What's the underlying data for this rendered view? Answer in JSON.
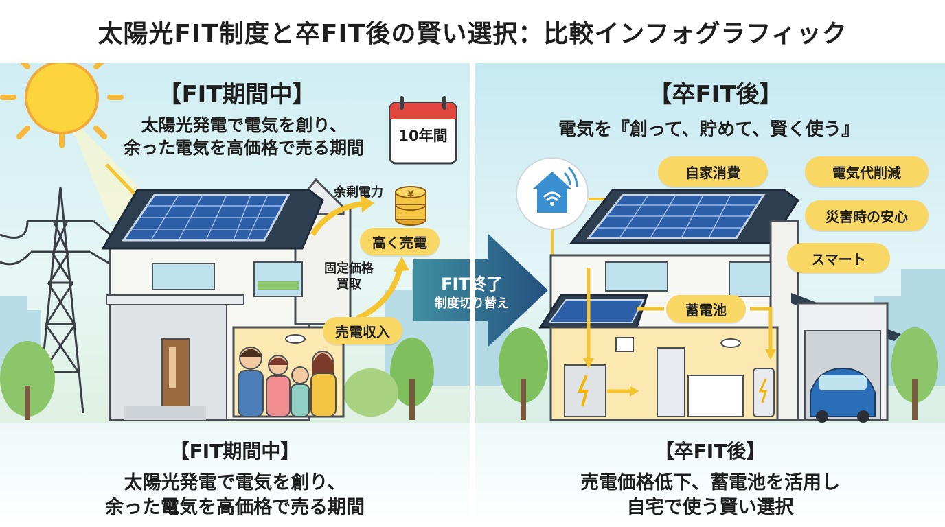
{
  "title": "太陽光FIT制度と卒FIT後の賢い選択：比較インフォグラフィック",
  "left": {
    "heading": "【FIT期間中】",
    "subtitle_line1": "太陽光発電で電気を創り、",
    "subtitle_line2": "余った電気を高価格で売る期間",
    "calendar_label": "10年間",
    "surplus_label": "余剰電力",
    "sell_high_label": "高く売電",
    "fixed_price_line1": "固定価格",
    "fixed_price_line2": "買取",
    "income_label": "売電収入",
    "coin_symbol": "¥"
  },
  "center": {
    "arrow_title": "FIT終了",
    "arrow_sub": "制度切り替え"
  },
  "right": {
    "heading": "【卒FIT後】",
    "subtitle": "電気を『創って、貯めて、賢く使う』",
    "tags": [
      "自家消費",
      "電気代削減",
      "災害時の安心",
      "スマート"
    ],
    "battery_label": "蓄電池"
  },
  "bottom_left": {
    "title": "【FIT期間中】",
    "line1": "太陽光発電で電気を創り、",
    "line2": "余った電気を高価格で売る期間"
  },
  "bottom_right": {
    "title": "【卒FIT後】",
    "line1": "売電価格低下、蓄電池を活用し",
    "line2": "自宅で使う賢い選択"
  },
  "colors": {
    "accent_yellow": "#f9d765",
    "arrow_blue": "#2d6e9a",
    "roof": "#2f3f52",
    "panel_blue": "#2c5fa8"
  }
}
